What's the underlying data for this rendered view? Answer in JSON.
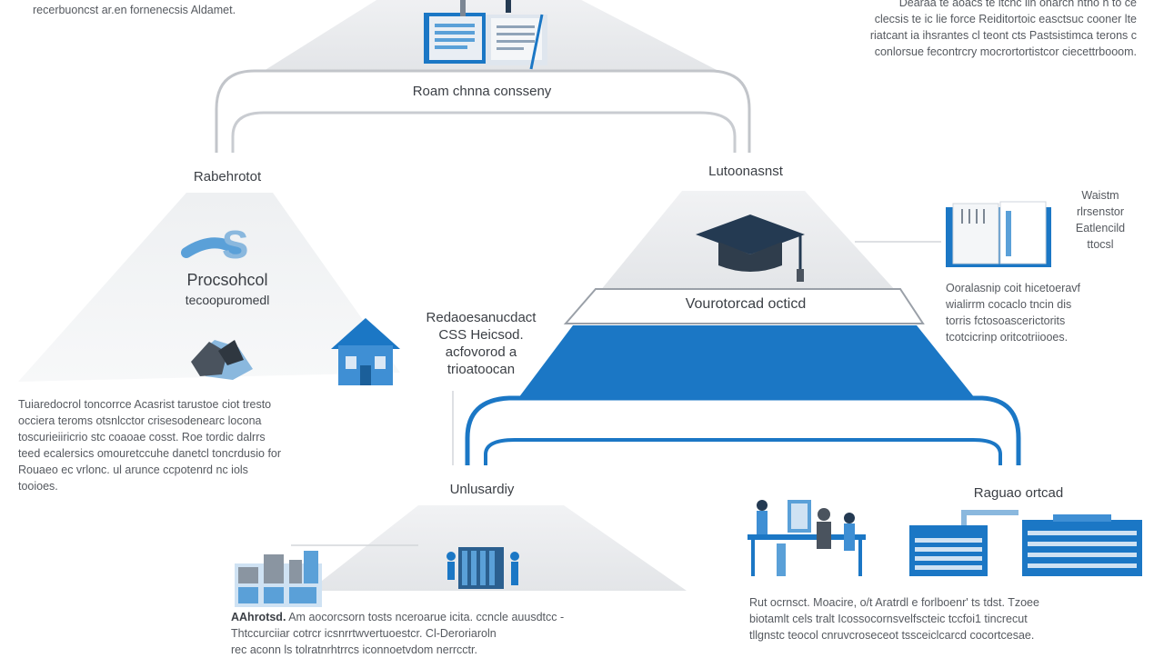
{
  "colors": {
    "blue": "#1b77c5",
    "lightblue": "#5aa0d8",
    "navy": "#243a52",
    "gray": "#e6e8eb",
    "line": "#c9ccd1"
  },
  "top": {
    "left_caption": "recerbuoncst ar.en fornenecsis Aldamet.",
    "label": "Roam chnna consseny",
    "right_text": "Dearaa  te aoacs te itcnc lin onarch ntho n to ce\nclecsis te ic lie force Reiditortoic  easctsuc cooner lte\nriatcant ia ihsrantes cl teont cts Pastsistimca terons  c\nconlorsue fecontrcry mocrortortistcor ciecettrbooom."
  },
  "left": {
    "label": "Rabehrotot",
    "title": "Procsohcol",
    "subtitle": "tecoopuromedl",
    "side_text": "Redaoesanucdact\nCSS Heicsod.\nacfovorod a\ntrioatoocan",
    "paragraph": "Tuiaredocrol  toncorrce Acasrist tarustoe ciot tresto\nocciera teroms otsnlcctor crisesodenearc locona\ntoscurieiiricrio stc coaoae cosst. Roe tordic dalrrs\nteed ecalersics omouretccuhe danetcl toncrdusio for\nRouaeo ec vrlonc. ul arunce ccpotenrd nc iols\ntooioes."
  },
  "right": {
    "label": "Lutoonasnst",
    "band_label": "Vourotorcad  octicd",
    "icon_caption": "Waistm\nrlrsenstor\nEatlencild\nttocsl",
    "paragraph": "Ooralasnip coit hicetoeravf\nwialirrm  cocaclo tncin dis\ntorris fctosoascerictorits\ntcotcicrinp oritcotriiooes."
  },
  "bottom": {
    "center_label": "Unlusardiy",
    "right_label": "Raguao  ortcad",
    "left_paragraph_lead": "AAhrotsd.",
    "left_paragraph": "Am aocorcsorn tosts nceroarue icita. ccncle auusdtcc -\nThtccurciiar cotrcr icsnrrtwvertuoestcr. Cl-Deroriaroln\nrec aconn ls tolratnrhtrrcs iconnoetvdom nerrcctr.",
    "right_paragraph": "Rut ocrnsct.  Moacire, o/t Aratrdl e forlboenr' ts tdst. Tzoee\nbiotamlt cels tralt Icossocornsvelfscteic  tccfoi1 tincrecut\ntllgnstc teocol cnruvcroseceot tssceiclcarcd cocortcesae."
  }
}
